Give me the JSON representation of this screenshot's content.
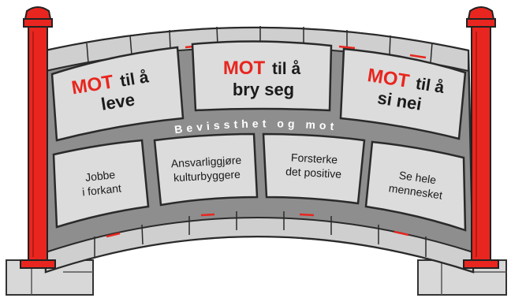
{
  "upper_stones": [
    {
      "prefix": "MOT",
      "suffix": "til å",
      "line2": "leve"
    },
    {
      "prefix": "MOT",
      "suffix": "til å",
      "line2": "bry seg"
    },
    {
      "prefix": "MOT",
      "suffix": "til å",
      "line2": "si nei"
    }
  ],
  "band_text": "Bevissthet og mot",
  "lower_stones": [
    {
      "line1": "Jobbe",
      "line2": "i forkant"
    },
    {
      "line1": "Ansvarliggjøre",
      "line2": "kulturbyggere"
    },
    {
      "line1": "Forsterke",
      "line2": "det positive"
    },
    {
      "line1": "Se hele",
      "line2": "mennesket"
    }
  ],
  "colors": {
    "stone": "#dcdcdc",
    "mortar": "#8e8e8e",
    "pillar": "#e8261f",
    "accent": "#e8261f"
  }
}
